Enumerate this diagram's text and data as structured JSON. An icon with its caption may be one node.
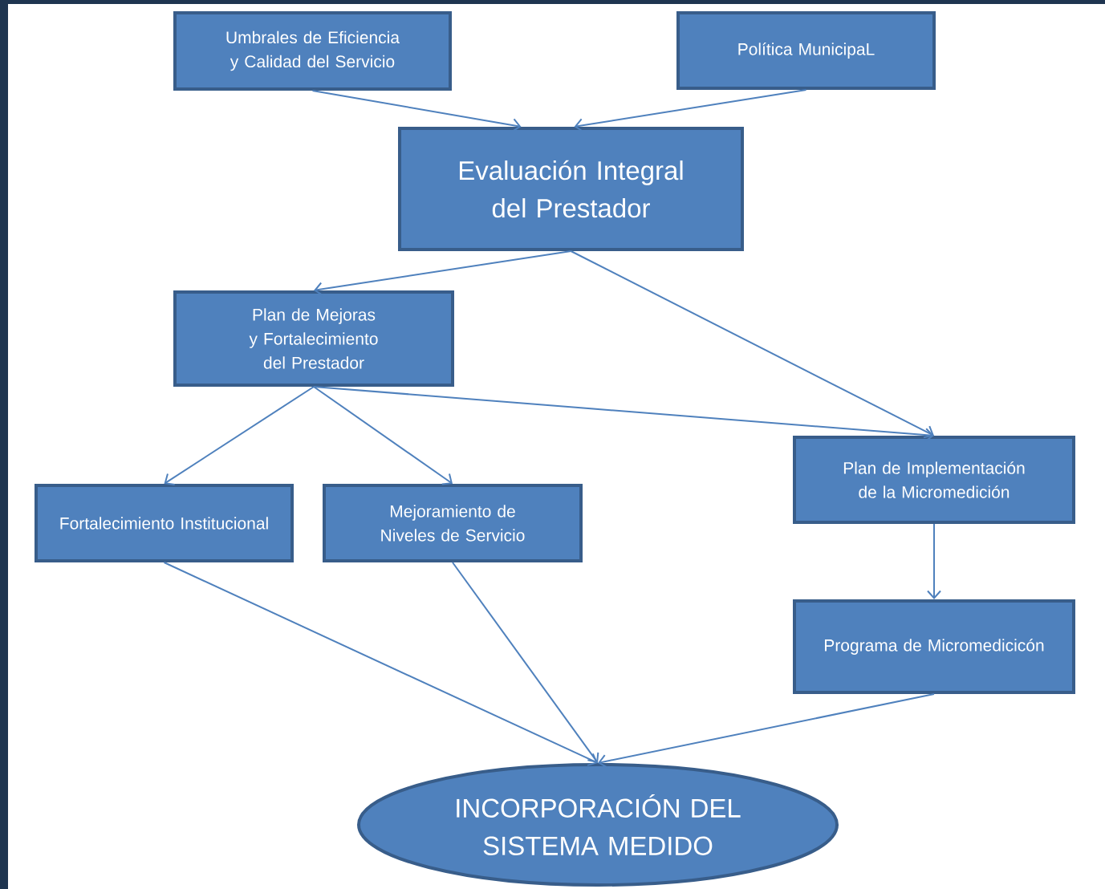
{
  "diagram": {
    "nodes": [
      {
        "text": [
          "Umbrales de Eficiencia y Calidad del Servicio"
        ]
      },
      {
        "text": [
          "Política MunicipaL"
        ]
      },
      {
        "text": [
          "Evaluación Integral del Prestador"
        ]
      },
      {
        "text": [
          "Plan de Mejoras y Fortalecimiento del Prestador"
        ]
      },
      {
        "text": [
          "Fortalecimiento Institucional"
        ]
      },
      {
        "text": [
          "Mejoramiento de Niveles de Servicio"
        ]
      },
      {
        "text": [
          "Plan de Implementación de la Micromedición"
        ]
      },
      {
        "text": [
          "Programa de Micromedicicón"
        ]
      },
      {
        "text": [
          "INCORPORACIÓN DEL SISTEMA MEDIDO"
        ]
      }
    ],
    "edges": [
      {
        "from": 0,
        "to": 2,
        "arrow": "to"
      },
      {
        "from": 1,
        "to": 2,
        "arrow": "to"
      },
      {
        "from": 2,
        "to": 3,
        "arrow": "to"
      },
      {
        "from": 2,
        "to": 6,
        "arrow": "to"
      },
      {
        "from": 3,
        "to": 4,
        "arrow": "to"
      },
      {
        "from": 3,
        "to": 5,
        "arrow": "to"
      },
      {
        "from": 3,
        "to": 6,
        "arrow": "to"
      },
      {
        "from": 4,
        "to": 8,
        "arrow": "to"
      },
      {
        "from": 5,
        "to": 8,
        "arrow": "to"
      },
      {
        "from": 6,
        "to": 7,
        "arrow": "to"
      },
      {
        "from": 7,
        "to": 8,
        "arrow": "to"
      }
    ]
  }
}
